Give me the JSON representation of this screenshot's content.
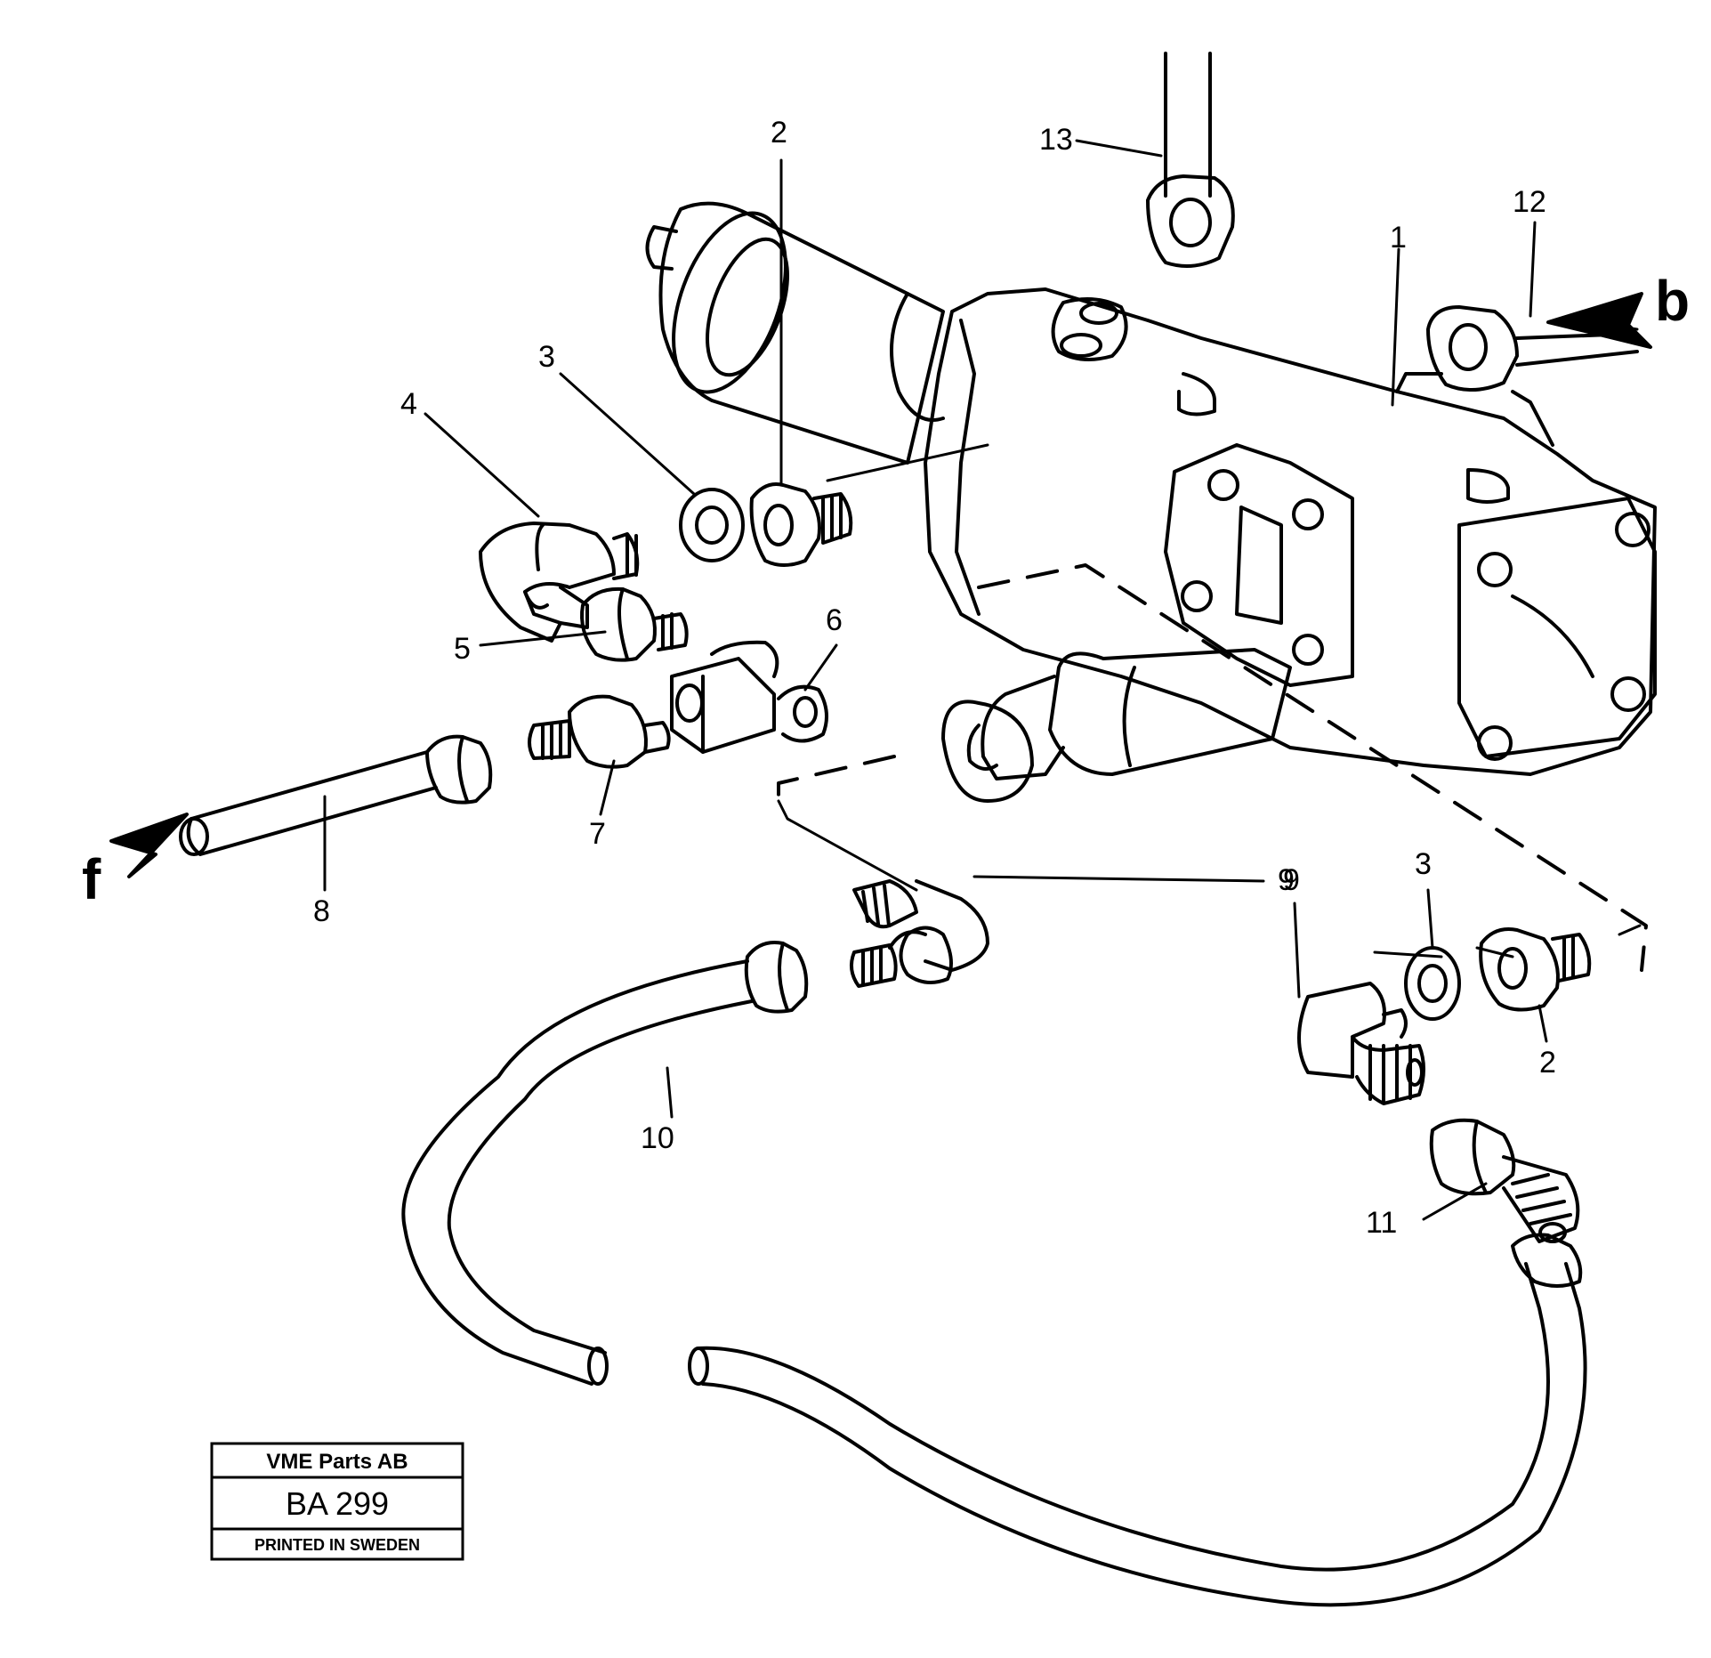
{
  "callouts": {
    "n1": "1",
    "n2a": "2",
    "n2b": "2",
    "n3a": "3",
    "n3b": "3",
    "n4": "4",
    "n5": "5",
    "n6": "6",
    "n7": "7",
    "n8": "8",
    "n9a": "9",
    "n9b": "9",
    "n10": "10",
    "n11": "11",
    "n12": "12",
    "n13": "13"
  },
  "arrows": {
    "b": "b",
    "f": "f"
  },
  "title_box": {
    "company": "VME Parts AB",
    "code": "BA 299",
    "printed": "PRINTED IN SWEDEN"
  }
}
